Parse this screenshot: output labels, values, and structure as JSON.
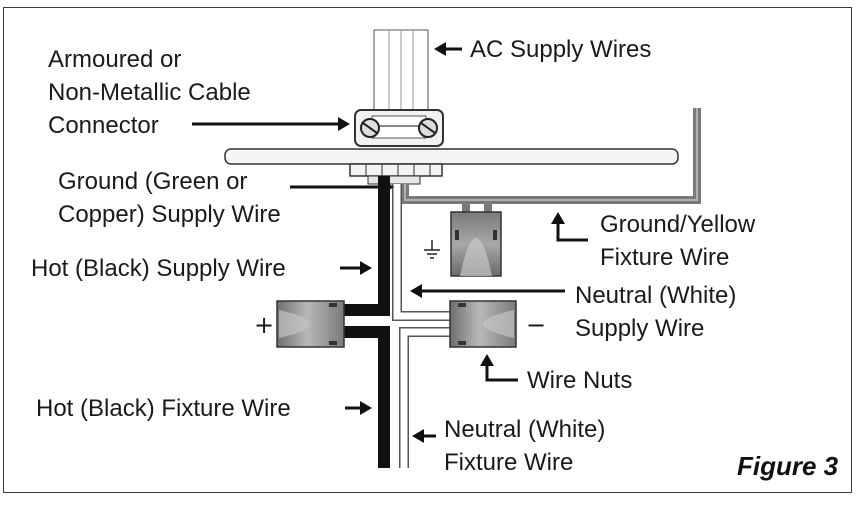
{
  "labels": {
    "ac_supply": "AC Supply Wires",
    "connector_line1": "Armoured or",
    "connector_line2": "Non-Metallic Cable",
    "connector_line3": "Connector",
    "ground_supply_line1": "Ground (Green or",
    "ground_supply_line2": "Copper) Supply Wire",
    "ground_fixture_line1": "Ground/Yellow",
    "ground_fixture_line2": "Fixture Wire",
    "hot_supply": "Hot (Black) Supply Wire",
    "neutral_supply_line1": "Neutral (White)",
    "neutral_supply_line2": "Supply Wire",
    "wire_nuts": "Wire Nuts",
    "hot_fixture": "Hot (Black) Fixture Wire",
    "neutral_fixture_line1": "Neutral (White)",
    "neutral_fixture_line2": "Fixture Wire",
    "plus": "+",
    "minus": "−",
    "figure": "Figure 3"
  },
  "icons": {
    "ground_symbol": "ground-icon"
  },
  "colors": {
    "hot_wire": "#111111",
    "ground_wire": "#7a7a7a",
    "neutral_wire": "#ffffff",
    "wire_nut": "#8a8a8a",
    "outline": "#333333"
  }
}
